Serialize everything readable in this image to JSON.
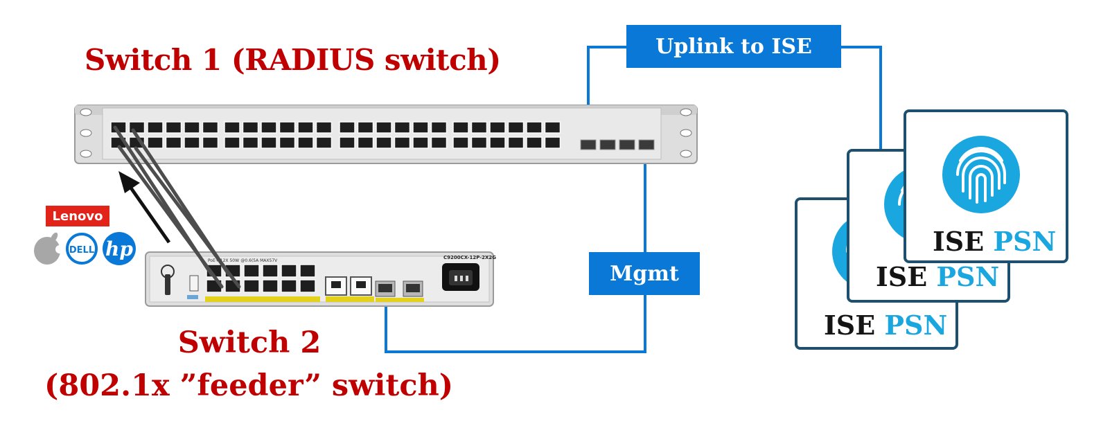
{
  "switch1": {
    "title": "Switch 1 (RADIUS switch)"
  },
  "switch2": {
    "title_line1": "Switch 2",
    "title_line2": "(802.1x ”feeder” switch)",
    "model": "C9200CX-12P-2X2G",
    "poe_text": "PoE+ 12X 50W  @0.6(5A MAX57V   "
  },
  "links": {
    "uplink_label": "Uplink to ISE",
    "mgmt_label": "Mgmt"
  },
  "ise_nodes": [
    {
      "prefix": "ISE",
      "suffix": "PSN"
    },
    {
      "prefix": "ISE",
      "suffix": "PSN"
    },
    {
      "prefix": "ISE",
      "suffix": "PSN"
    }
  ],
  "vendors": {
    "lenovo": "Lenovo",
    "dell": "DELL",
    "hp": "hp"
  },
  "colors": {
    "title_red": "#c00000",
    "link_blue": "#0a78d7",
    "psn_blue": "#1aa7e0",
    "card_border": "#1d4f6e",
    "fingerprint": "#1aa7e0"
  },
  "icons": [
    "fingerprint-icon",
    "apple-logo",
    "dell-logo",
    "hp-logo",
    "lenovo-logo",
    "arrow-icon"
  ]
}
